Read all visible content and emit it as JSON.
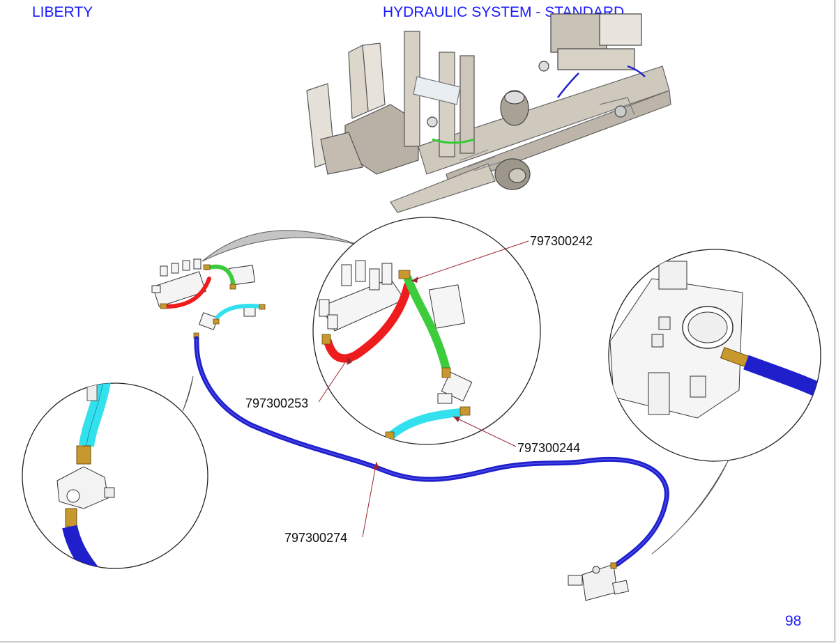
{
  "header": {
    "brand": "LIBERTY",
    "title": "HYDRAULIC SYSTEM - STANDARD"
  },
  "footer": {
    "page_number": "98"
  },
  "part_labels": [
    {
      "code": "797300242"
    },
    {
      "code": "797300253"
    },
    {
      "code": "797300244"
    },
    {
      "code": "797300274"
    }
  ],
  "colors": {
    "header_text": "#1a1aff",
    "hose_blue": "#1f1fcc",
    "hose_red": "#ee1c1c",
    "hose_green": "#3ccc3c",
    "hose_cyan": "#33e0ee",
    "brass_fitting": "#c8982e",
    "leader_line": "#9a2430"
  }
}
